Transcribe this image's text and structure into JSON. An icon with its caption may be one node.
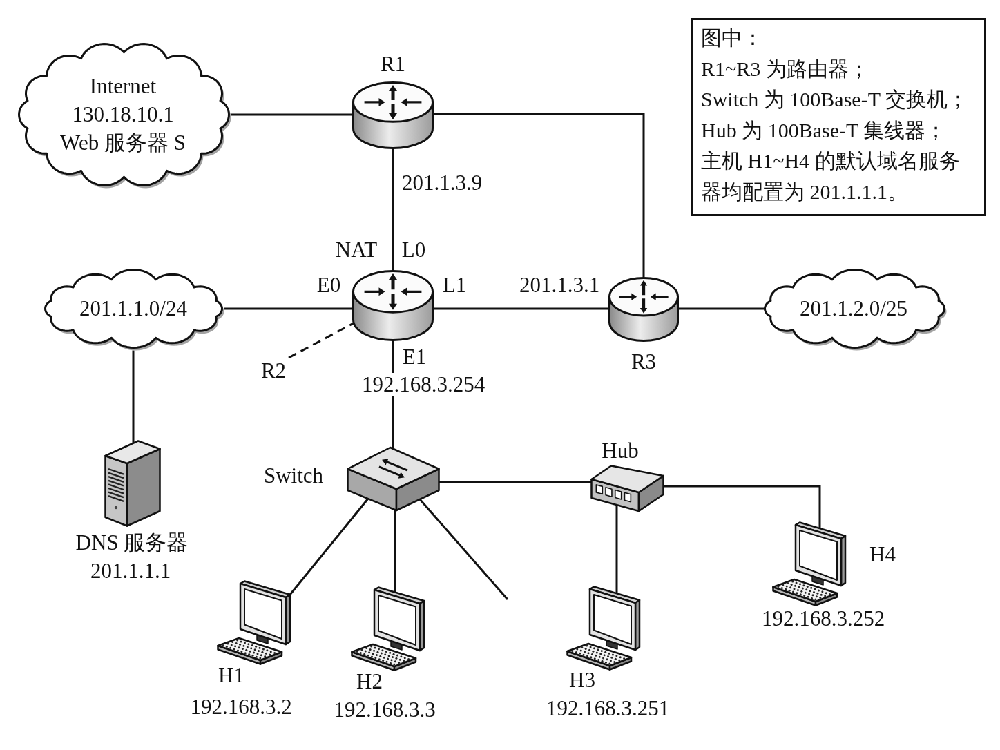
{
  "diagram": {
    "nodes": [
      {
        "text": [
          "Internet",
          "130.18.10.1",
          "Web 服务器 S"
        ]
      },
      {
        "text": [
          "R1"
        ]
      },
      {
        "text": [
          "图中：",
          "R1~R3 为路由器；",
          "Switch 为 100Base-T 交换机；",
          "Hub 为 100Base-T 集线器；",
          "主机 H1~H4 的默认域名服务器均配置为 201.1.1.1。"
        ]
      },
      {
        "text": [
          "201.1.1.0/24"
        ]
      },
      {
        "text": [],
        "shape": "cylinder"
      },
      {
        "text": [
          "R3"
        ]
      },
      {
        "text": [
          "201.1.2.0/25"
        ]
      },
      {
        "text": [
          "R2"
        ]
      },
      {
        "text": [
          "DNS 服务器",
          "201.1.1.1"
        ]
      },
      {
        "text": [
          "Switch"
        ]
      },
      {
        "text": [
          "Hub"
        ]
      },
      {
        "text": [
          "H4",
          "192.168.3.252"
        ]
      },
      {
        "text": [
          "H1",
          "192.168.3.2"
        ]
      },
      {
        "text": [
          "H2",
          "192.168.3.3"
        ]
      },
      {
        "text": [
          "H3",
          "192.168.3.251"
        ]
      }
    ],
    "edges": [
      {
        "from": 0,
        "to": 1,
        "arrow": "none"
      },
      {
        "from": 1,
        "to": 5,
        "arrow": "none"
      },
      {
        "from": 1,
        "to": 4,
        "arrow": "none"
      },
      {
        "from": 3,
        "to": 4,
        "arrow": "none"
      },
      {
        "from": 4,
        "to": 5,
        "arrow": "none"
      },
      {
        "from": 5,
        "to": 6,
        "arrow": "none"
      },
      {
        "from": 7,
        "to": 4,
        "arrow": "none",
        "style": "dashed"
      },
      {
        "from": 3,
        "to": 8,
        "arrow": "none"
      },
      {
        "from": 4,
        "to": 9,
        "arrow": "none"
      },
      {
        "from": 9,
        "to": 10,
        "arrow": "none"
      },
      {
        "from": 10,
        "to": 11,
        "arrow": "none"
      },
      {
        "from": 9,
        "to": 12,
        "arrow": "none"
      },
      {
        "from": 9,
        "to": 13,
        "arrow": "none"
      },
      {
        "from": 9,
        "to": null,
        "arrow": "none"
      },
      {
        "from": 10,
        "to": 14,
        "arrow": "none"
      }
    ],
    "labels": [
      "201.1.3.9",
      "NAT",
      "L0",
      "E0",
      "L1",
      "201.1.3.1",
      "E1",
      "192.168.3.254"
    ]
  }
}
